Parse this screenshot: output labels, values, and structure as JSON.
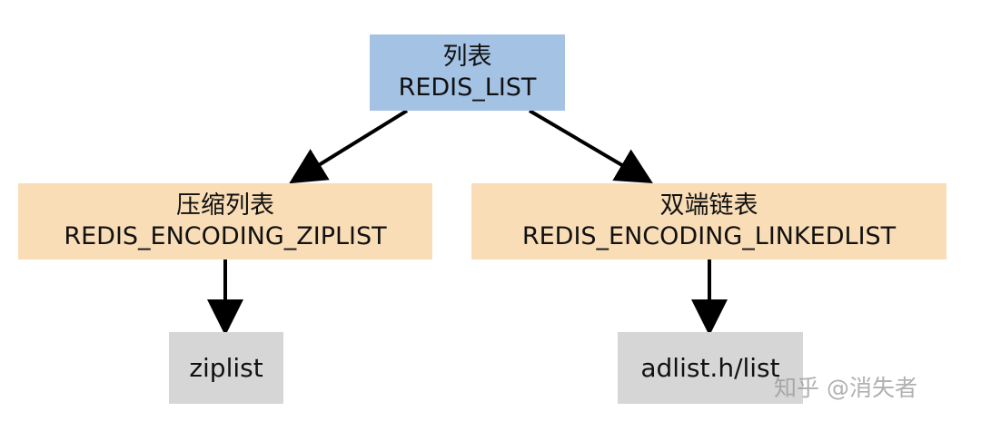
{
  "colors": {
    "root_fill": "#a4c2e4",
    "encoding_fill": "#f9ddb7",
    "impl_fill": "#d6d6d6",
    "arrow": "#000000"
  },
  "root": {
    "line1": "列表",
    "line2": "REDIS_LIST"
  },
  "encodings": [
    {
      "line1": "压缩列表",
      "line2": "REDIS_ENCODING_ZIPLIST"
    },
    {
      "line1": "双端链表",
      "line2": "REDIS_ENCODING_LINKEDLIST"
    }
  ],
  "implementations": [
    {
      "label": "ziplist"
    },
    {
      "label": "adlist.h/list"
    }
  ],
  "watermark": {
    "text": "知乎 @消失者"
  }
}
